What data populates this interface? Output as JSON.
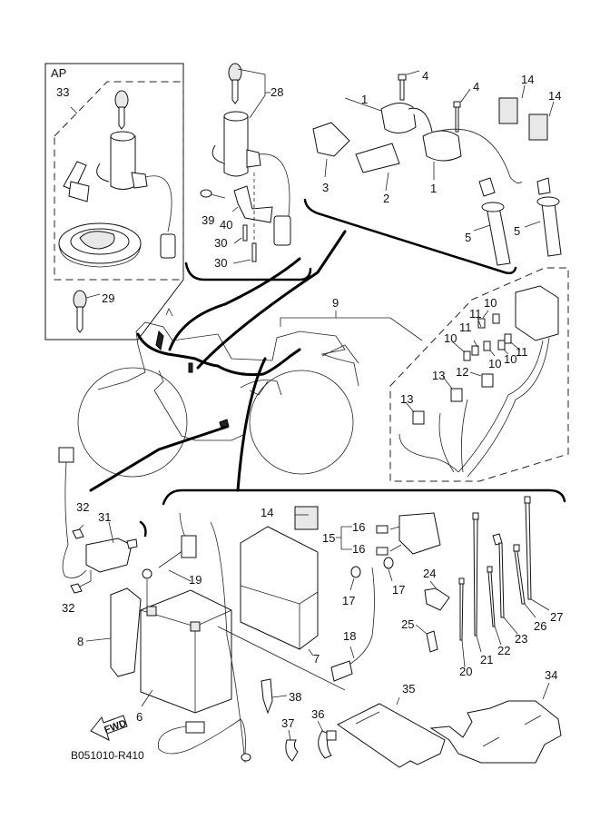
{
  "diagram": {
    "type": "exploded-parts-diagram",
    "title": "Electrical parts (ignition / battery / harness)",
    "drawing_code": "B051010-R410",
    "ap_box_label": "AP",
    "fwd_arrow_label": "FWD",
    "callouts": [
      {
        "id": "c1a",
        "number": "1",
        "part": "ignition coil"
      },
      {
        "id": "c1b",
        "number": "1",
        "part": "ignition coil"
      },
      {
        "id": "c2",
        "number": "2",
        "part": "spark plug cap"
      },
      {
        "id": "c3",
        "number": "3",
        "part": "spark plug cap"
      },
      {
        "id": "c4a",
        "number": "4",
        "part": "bolt"
      },
      {
        "id": "c4b",
        "number": "4",
        "part": "bolt"
      },
      {
        "id": "c5a",
        "number": "5",
        "part": "plug cap"
      },
      {
        "id": "c5b",
        "number": "5",
        "part": "plug cap"
      },
      {
        "id": "c6",
        "number": "6",
        "part": "battery"
      },
      {
        "id": "c7",
        "number": "7",
        "part": "battery cover"
      },
      {
        "id": "c8",
        "number": "8",
        "part": "battery band"
      },
      {
        "id": "c9",
        "number": "9",
        "part": "wire harness"
      },
      {
        "id": "c10a",
        "number": "10",
        "part": "fuse"
      },
      {
        "id": "c10b",
        "number": "10",
        "part": "fuse"
      },
      {
        "id": "c10c",
        "number": "10",
        "part": "fuse"
      },
      {
        "id": "c10d",
        "number": "10",
        "part": "fuse"
      },
      {
        "id": "c11a",
        "number": "11",
        "part": "fuse"
      },
      {
        "id": "c11b",
        "number": "11",
        "part": "fuse"
      },
      {
        "id": "c11c",
        "number": "11",
        "part": "fuse"
      },
      {
        "id": "c12",
        "number": "12",
        "part": "connector"
      },
      {
        "id": "c13a",
        "number": "13",
        "part": "cap"
      },
      {
        "id": "c13b",
        "number": "13",
        "part": "cap"
      },
      {
        "id": "c14a",
        "number": "14",
        "part": "relay"
      },
      {
        "id": "c14b",
        "number": "14",
        "part": "relay"
      },
      {
        "id": "c14c",
        "number": "14",
        "part": "relay"
      },
      {
        "id": "c15",
        "number": "15",
        "part": "starter relay"
      },
      {
        "id": "c16a",
        "number": "16",
        "part": "fuse"
      },
      {
        "id": "c16b",
        "number": "16",
        "part": "fuse"
      },
      {
        "id": "c17a",
        "number": "17",
        "part": "bolt"
      },
      {
        "id": "c17b",
        "number": "17",
        "part": "bolt"
      },
      {
        "id": "c18",
        "number": "18",
        "part": "starter motor lead"
      },
      {
        "id": "c19",
        "number": "19",
        "part": "negative lead"
      },
      {
        "id": "c20",
        "number": "20",
        "part": "band"
      },
      {
        "id": "c21",
        "number": "21",
        "part": "band"
      },
      {
        "id": "c22",
        "number": "22",
        "part": "band"
      },
      {
        "id": "c23",
        "number": "23",
        "part": "band"
      },
      {
        "id": "c24",
        "number": "24",
        "part": "clamp"
      },
      {
        "id": "c25",
        "number": "25",
        "part": "clamp"
      },
      {
        "id": "c26",
        "number": "26",
        "part": "band"
      },
      {
        "id": "c27",
        "number": "27",
        "part": "band"
      },
      {
        "id": "c28",
        "number": "28",
        "part": "main switch"
      },
      {
        "id": "c29",
        "number": "29",
        "part": "key"
      },
      {
        "id": "c30a",
        "number": "30",
        "part": "screw"
      },
      {
        "id": "c30b",
        "number": "30",
        "part": "screw"
      },
      {
        "id": "c31",
        "number": "31",
        "part": "sidestand switch"
      },
      {
        "id": "c32a",
        "number": "32",
        "part": "screw"
      },
      {
        "id": "c32b",
        "number": "32",
        "part": "screw"
      },
      {
        "id": "c33",
        "number": "33",
        "part": "lock set"
      },
      {
        "id": "c34",
        "number": "34",
        "part": "plate"
      },
      {
        "id": "c35",
        "number": "35",
        "part": "plate"
      },
      {
        "id": "c36",
        "number": "36",
        "part": "clamp"
      },
      {
        "id": "c37",
        "number": "37",
        "part": "clamp"
      },
      {
        "id": "c38",
        "number": "38",
        "part": "holder"
      },
      {
        "id": "c39",
        "number": "39",
        "part": "screw"
      },
      {
        "id": "c40",
        "number": "40",
        "part": "bracket"
      }
    ]
  }
}
